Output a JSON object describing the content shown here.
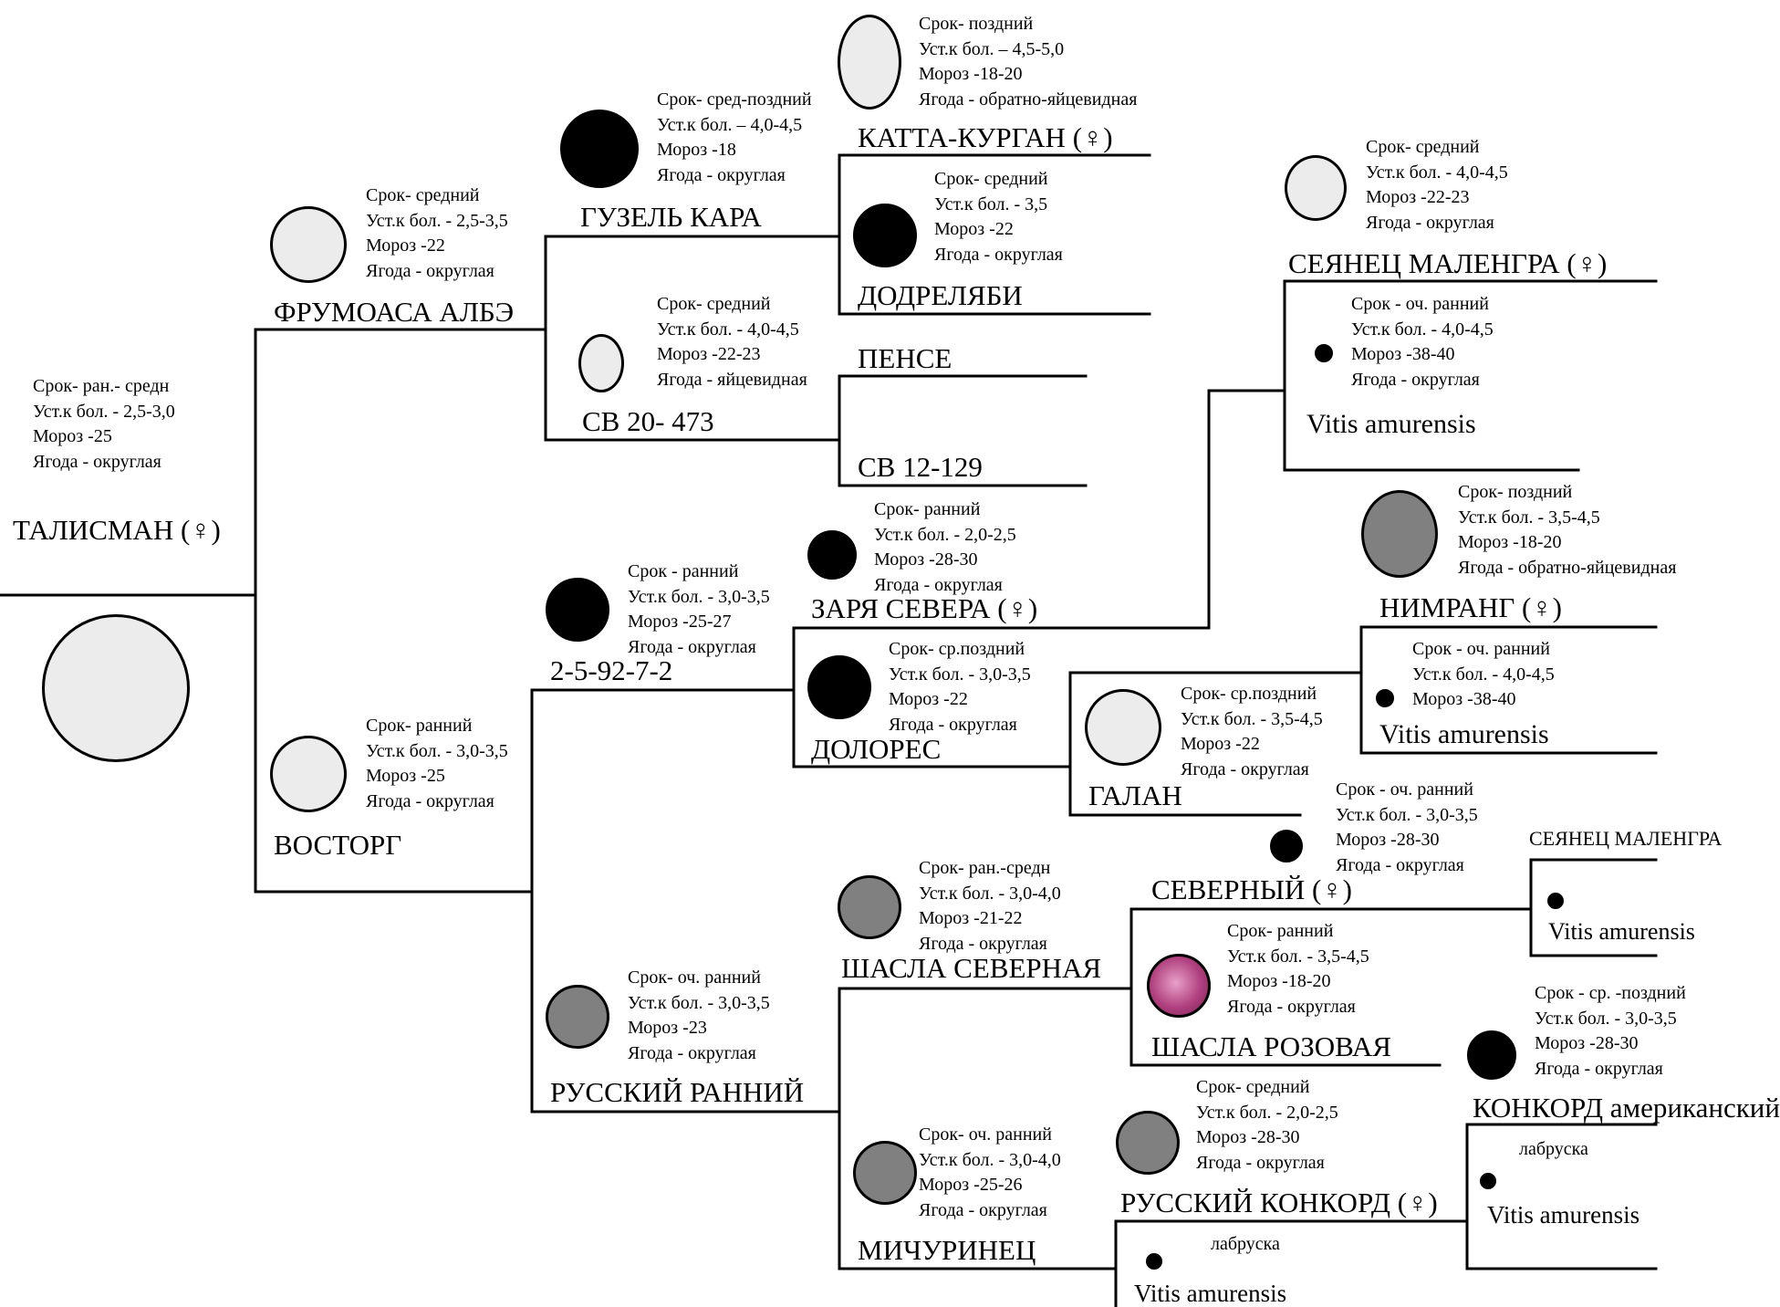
{
  "nodes": {
    "talisman": {
      "name": "ТАЛИСМАН (♀)",
      "info": [
        "Срок-  ран.- средн",
        "Уст.к бол. - 2,5-3,0",
        "Мороз -25",
        "Ягода - округлая"
      ]
    },
    "frumoasa": {
      "name": "ФРУМОАСА АЛБЭ",
      "info": [
        "Срок-  средний",
        "Уст.к бол. - 2,5-3,5",
        "Мороз -22",
        "Ягода - округлая"
      ]
    },
    "vostorg": {
      "name": "ВОСТОРГ",
      "info": [
        "Срок-  ранний",
        "Уст.к бол. - 3,0-3,5",
        "Мороз -25",
        "Ягода - округлая"
      ]
    },
    "guzel": {
      "name": "ГУЗЕЛЬ КАРА",
      "info": [
        "Срок-  сред-поздний",
        "Уст.к бол. – 4,0-4,5",
        "Мороз -18",
        "Ягода - округлая"
      ]
    },
    "sv20": {
      "name": "СВ 20- 473",
      "info": [
        "Срок-  средний",
        "Уст.к бол. - 4,0-4,5",
        "Мороз -22-23",
        "Ягода - яйцевидная"
      ]
    },
    "katta": {
      "name": "КАТТА-КУРГАН (♀)",
      "info": [
        "Срок-  поздний",
        "Уст.к бол. – 4,5-5,0",
        "Мороз -18-20",
        "Ягода - обратно-яйцевидная"
      ]
    },
    "dodrelyabi": {
      "name": "ДОДРЕЛЯБИ",
      "info": [
        "Срок-  средний",
        "Уст.к бол. - 3,5",
        "Мороз -22",
        "Ягода - округлая"
      ]
    },
    "pense": {
      "name": "ПЕНСЕ"
    },
    "sv12": {
      "name": "СВ 12-129"
    },
    "malengra": {
      "name": "СЕЯНЕЦ МАЛЕНГРА (♀)",
      "info": [
        "Срок-  средний",
        "Уст.к бол. - 4,0-4,5",
        "Мороз -22-23",
        "Ягода - округлая"
      ]
    },
    "amurensis1": {
      "latin": "Vitis amurensis",
      "info": [
        "Срок -  оч. ранний",
        "Уст.к бол. - 4,0-4,5",
        "Мороз -38-40",
        "Ягода - округлая"
      ]
    },
    "g25927": {
      "name": "2-5-92-7-2",
      "info": [
        "Срок - ранний",
        "Уст.к бол. - 3,0-3,5",
        "Мороз -25-27",
        "Ягода - округлая"
      ]
    },
    "zarya": {
      "name": "ЗАРЯ СЕВЕРА (♀)",
      "info": [
        "Срок-  ранний",
        "Уст.к бол. - 2,0-2,5",
        "Мороз -28-30",
        "Ягода - округлая"
      ]
    },
    "dolores": {
      "name": "ДОЛОРЕС",
      "info": [
        "Срок-  ср.поздний",
        "Уст.к бол. - 3,0-3,5",
        "Мороз -22",
        "Ягода - округлая"
      ]
    },
    "nimrang": {
      "name": "НИМРАНГ (♀)",
      "info": [
        "Срок-  поздний",
        "Уст.к бол. - 3,5-4,5",
        "Мороз -18-20",
        "Ягода - обратно-яйцевидная"
      ]
    },
    "amurensis2": {
      "latin": "Vitis amurensis",
      "info": [
        "Срок -  оч. ранний",
        "Уст.к бол. - 4,0-4,5",
        "Мороз -38-40"
      ]
    },
    "galan": {
      "name": "ГАЛАН",
      "info": [
        "Срок- ср.поздний",
        "Уст.к бол. - 3,5-4,5",
        "Мороз -22",
        "Ягода - округлая"
      ]
    },
    "severny": {
      "name": "СЕВЕРНЫЙ (♀)",
      "info": [
        "Срок - оч. ранний",
        "Уст.к бол. - 3,0-3,5",
        "Мороз -28-30",
        "Ягода - округлая"
      ]
    },
    "malengra2": {
      "name": "СЕЯНЕЦ МАЛЕНГРА"
    },
    "amurensis3": {
      "latin": "Vitis amurensis"
    },
    "russky_ranny": {
      "name": "РУССКИЙ РАННИЙ",
      "info": [
        "Срок-  оч. ранний",
        "Уст.к бол. - 3,0-3,5",
        "Мороз -23",
        "Ягода - округлая"
      ]
    },
    "shasla_sev": {
      "name": "ШАСЛА СЕВЕРНАЯ",
      "info": [
        "Срок-  ран.-средн",
        "Уст.к бол. - 3,0-4,0",
        "Мороз -21-22",
        "Ягода - округлая"
      ]
    },
    "shasla_roz": {
      "name": "ШАСЛА РОЗОВАЯ",
      "info": [
        "Срок-  ранний",
        "Уст.к бол. - 3,5-4,5",
        "Мороз -18-20",
        "Ягода - округлая"
      ]
    },
    "michurinets": {
      "name": "МИЧУРИНЕЦ",
      "info": [
        "Срок-  оч. ранний",
        "Уст.к бол. - 3,0-4,0",
        "Мороз -25-26",
        "Ягода - округлая"
      ]
    },
    "russky_konkord": {
      "name": "РУССКИЙ КОНКОРД (♀)",
      "info": [
        "Срок-  средний",
        "Уст.к бол. - 2,0-2,5",
        "Мороз -28-30",
        "Ягода - округлая"
      ]
    },
    "konkord": {
      "name": "КОНКОРД американский",
      "info": [
        "Срок - ср. -поздний",
        "Уст.к бол. - 3,0-3,5",
        "Мороз -28-30",
        "Ягода - округлая"
      ]
    },
    "labruska1": {
      "small": "лабруска",
      "latin": "Vitis amurensis"
    },
    "labruska2": {
      "small": "лабруска",
      "latin": "Vitis amurensis"
    }
  }
}
